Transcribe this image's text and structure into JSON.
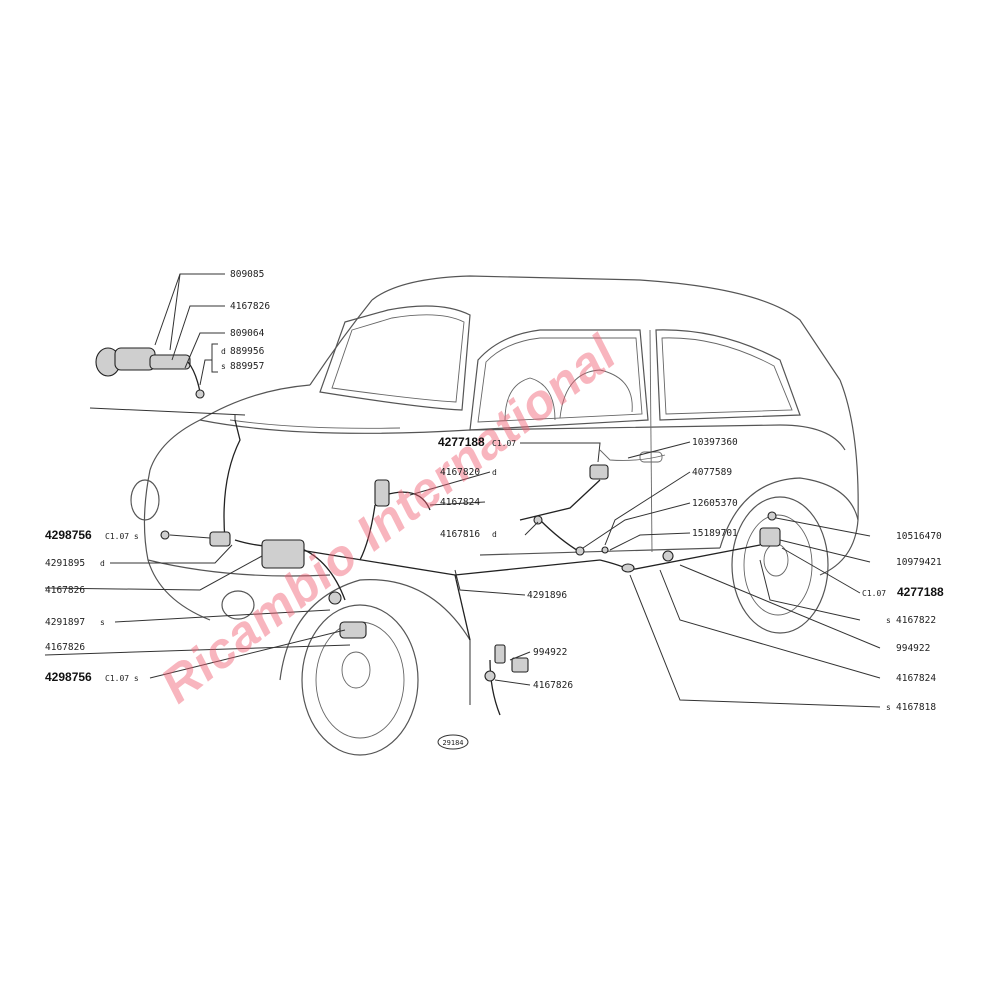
{
  "figure_id": "29184",
  "watermark": "Ricambio International",
  "labels_top_left": {
    "l1": "809085",
    "l2": "4167826",
    "l3": "809064",
    "l4_prefix": "d",
    "l4": "889956",
    "l5_prefix": "s",
    "l5": "889957"
  },
  "labels_left": {
    "a_num": "4298756",
    "a_suffix": "C1.07 s",
    "b_num": "4291895",
    "b_suffix": "d",
    "c_num": "4167826",
    "d_num": "4291897",
    "d_suffix": "s",
    "e_num": "4167826",
    "f_num": "4298756",
    "f_suffix": "C1.07 s"
  },
  "labels_center": {
    "g_num": "4277188",
    "g_suffix": "C1.07",
    "h_num": "4167820",
    "h_suffix": "d",
    "i_num": "4167824",
    "j_num": "4167816",
    "j_suffix": "d",
    "k_num": "4291896",
    "m_num": "994922",
    "n_num": "4167826"
  },
  "labels_right": {
    "r1": "10397360",
    "r2": "4077589",
    "r3": "12605370",
    "r4": "15189701",
    "r5": "10516470",
    "r6": "10979421",
    "r7_prefix": "C1.07",
    "r7": "4277188",
    "r8_prefix": "s",
    "r8": "4167822",
    "r9": "994922",
    "r10": "4167824",
    "r11_prefix": "s",
    "r11": "4167818"
  }
}
